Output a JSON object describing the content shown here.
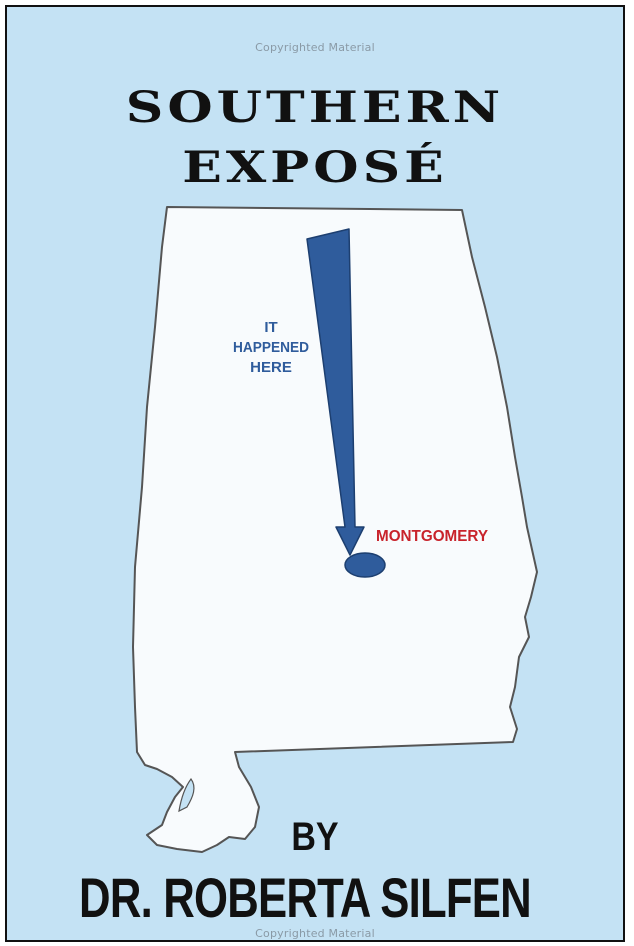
{
  "cover": {
    "watermark_top": "Copyrighted Material",
    "watermark_bottom": "Copyrighted Material",
    "title_line1": "SOUTHERN",
    "title_line2": "EXPOSÉ",
    "annotation": "IT\nHAPPENED\nHERE",
    "annotation_lines": [
      "IT",
      "HAPPENED",
      "HERE"
    ],
    "city_label": "MONTGOMERY",
    "byline": "BY",
    "author": "DR. ROBERTA SILFEN"
  },
  "colors": {
    "background": "#c4e2f4",
    "state_fill": "#f8fbfd",
    "exclamation": "#2f5c9c",
    "city_label": "#c8232b",
    "annotation": "#2f5c9c"
  },
  "icons": {
    "map": "alabama-map-icon",
    "exclamation": "exclamation-mark-icon",
    "city_marker": "city-dot-icon"
  }
}
